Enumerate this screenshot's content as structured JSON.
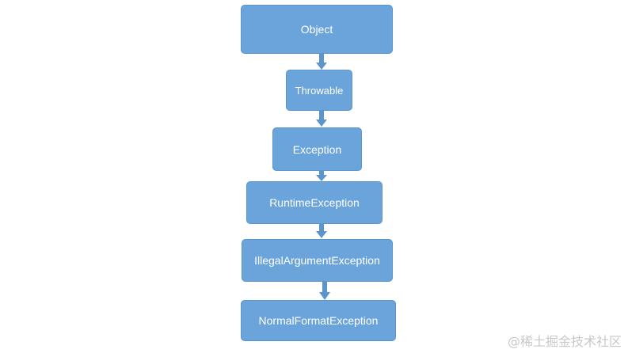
{
  "diagram": {
    "nodes": [
      {
        "id": "object",
        "label": "Object"
      },
      {
        "id": "throwable",
        "label": "Throwable"
      },
      {
        "id": "exception",
        "label": "Exception"
      },
      {
        "id": "runtime-exception",
        "label": "RuntimeException"
      },
      {
        "id": "illegal-argument-exception",
        "label": "IllegalArgumentException"
      },
      {
        "id": "normal-format-exception",
        "label": "NormalFormatException"
      }
    ],
    "colors": {
      "node_fill": "#6aa4db",
      "node_border": "#5b95cc",
      "node_text": "#ffffff",
      "arrow": "#5b95cc"
    }
  },
  "watermark": {
    "text": "@稀土掘金技术社区"
  }
}
